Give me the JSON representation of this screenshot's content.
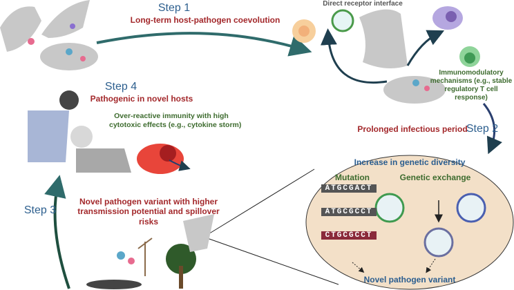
{
  "step1": {
    "label": "Step 1",
    "caption": "Long-term host-pathogen coevolution"
  },
  "top_partial": "Direct receptor interface",
  "immuno": {
    "line1": "Immunomodulatory",
    "line2": "mechanisms (e.g., stable",
    "line3": "regulatory T cell",
    "line4": "response)"
  },
  "step2": {
    "label": "Step 2",
    "caption": "Prolonged infectious period"
  },
  "diversity": {
    "title": "Increase in genetic diversity",
    "mutation": "Mutation",
    "exchange": "Genetic exchange",
    "sequences": [
      "ATGCGACT",
      "ATGCGCCT",
      "CTGCGCCT"
    ],
    "result": "Novel pathogen variant"
  },
  "step4": {
    "label": "Step 4",
    "caption": "Pathogenic in novel hosts",
    "note_line1": "Over-reactive immunity with high",
    "note_line2": "cytotoxic effects (e.g., cytokine storm)"
  },
  "step3": {
    "label": "Step 3",
    "line1": "Novel pathogen variant with higher",
    "line2": "transmission potential and  spillover",
    "line3": "risks"
  },
  "colors": {
    "step": "#2d5f8e",
    "red_text": "#a3282b",
    "green_text": "#3d6b2e",
    "ellipse_fill": "#f3e0c8",
    "arrow": "#2f6b6b"
  }
}
